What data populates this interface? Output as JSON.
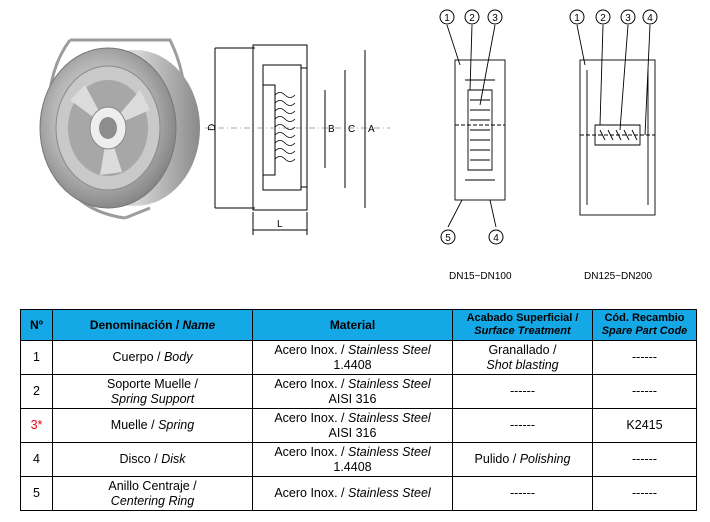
{
  "drawing": {
    "callouts_small": [
      "1",
      "2",
      "3",
      "5",
      "4"
    ],
    "callouts_large": [
      "1",
      "2",
      "3",
      "4"
    ],
    "dimensions": [
      "D",
      "B",
      "C",
      "A",
      "L"
    ],
    "caption_small": "DN15~DN100",
    "caption_large": "DN125~DN200"
  },
  "table": {
    "headers": {
      "no": "Nº",
      "name_es": "Denominación /",
      "name_en": "Name",
      "material": "Material",
      "surface_es": "Acabado Superficial /",
      "surface_en": "Surface Treatment",
      "code_es": "Cód. Recambio",
      "code_en": "Spare Part Code"
    },
    "rows": [
      {
        "no": "1",
        "name_es": "Cuerpo /",
        "name_en": "Body",
        "mat_es": "Acero Inox. /",
        "mat_en": "Stainless Steel",
        "mat_grade": "1.4408",
        "surface_es": "Granallado /",
        "surface_en": "Shot blasting",
        "code": "------"
      },
      {
        "no": "2",
        "name_es": "Soporte Muelle /",
        "name_en": "Spring Support",
        "mat_es": "Acero Inox. /",
        "mat_en": "Stainless Steel",
        "mat_grade": "AISI 316",
        "surface_es": "------",
        "surface_en": "",
        "code": "------"
      },
      {
        "no": "3*",
        "name_es": "Muelle /",
        "name_en": "Spring",
        "mat_es": "Acero Inox. /",
        "mat_en": "Stainless Steel",
        "mat_grade": "AISI 316",
        "surface_es": "------",
        "surface_en": "",
        "code": "K2415"
      },
      {
        "no": "4",
        "name_es": "Disco /",
        "name_en": "Disk",
        "mat_es": "Acero Inox. /",
        "mat_en": "Stainless Steel",
        "mat_grade": "1.4408",
        "surface_es": "Pulido /",
        "surface_en": "Polishing",
        "code": "------"
      },
      {
        "no": "5",
        "name_es": "Anillo Centraje /",
        "name_en": "Centering Ring",
        "mat_es": "Acero Inox. /",
        "mat_en": "Stainless Steel",
        "mat_grade": "",
        "surface_es": "------",
        "surface_en": "",
        "code": "------"
      }
    ]
  },
  "colors": {
    "header_bg": "#14a8e6",
    "highlight_red": "#e30613"
  }
}
